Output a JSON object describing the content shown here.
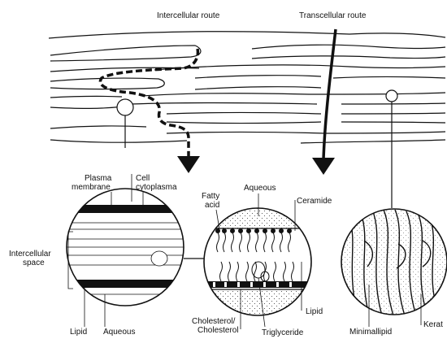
{
  "routes": {
    "intercellular": "Intercellular  route",
    "transcellular": "Transcellular  route"
  },
  "left_circle": {
    "plasma_membrane": [
      "Plasma",
      "membrane"
    ],
    "cell_cytoplasma": [
      "Cell",
      "cytoplasma"
    ],
    "intercellular_space": [
      "Intercellular",
      "space"
    ],
    "lipid": "Lipid",
    "aqueous": "Aqueous"
  },
  "middle_circle": {
    "aqueous": "Aqueous",
    "fatty_acid": [
      "Fatty",
      "acid"
    ],
    "ceramide": "Ceramide",
    "lipid": "Lipid",
    "cholesterol": [
      "Cholesterol/",
      "Cholesterol"
    ],
    "triglyceride": "Triglyceride"
  },
  "right_circle": {
    "minimallipid": "Minimallipid",
    "keratin": "Kerat"
  }
}
